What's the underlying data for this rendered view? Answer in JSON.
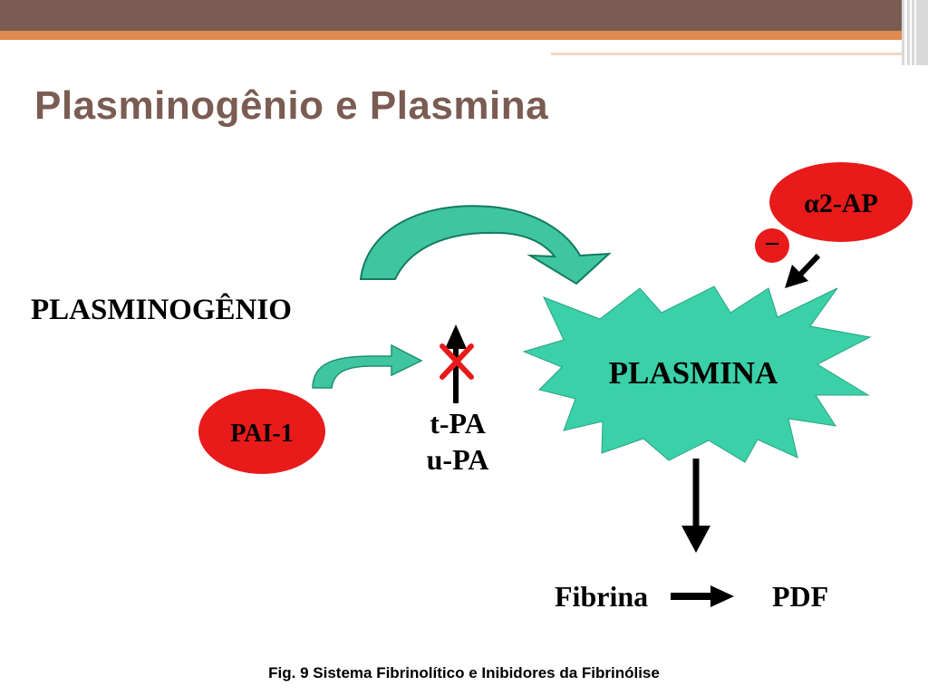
{
  "slide": {
    "title": "Plasminogênio e Plasmina",
    "caption": "Fig. 9 Sistema Fibrinolítico e Inibidores da Fibrinólise"
  },
  "diagram": {
    "plasminogen_label": "PLASMINOGÊNIO",
    "plasmin_label": "PLASMINA",
    "pai1_label": "PAI-1",
    "activators": [
      "t-PA",
      "u-PA"
    ],
    "inhibitor_label": "α2-AP",
    "inhibition_sign": "−",
    "fibrin_label": "Fibrina",
    "pdf_label": "PDF"
  },
  "colors": {
    "title": "#7a5c52",
    "header_dark": "#7a5c52",
    "header_accent": "#e08a4f",
    "teal_arrow": "#3fc6a0",
    "teal_arrow_dark": "#137a5e",
    "plasmin_burst": "#3ad0a8",
    "red": "#e81a1a",
    "black": "#000000"
  }
}
